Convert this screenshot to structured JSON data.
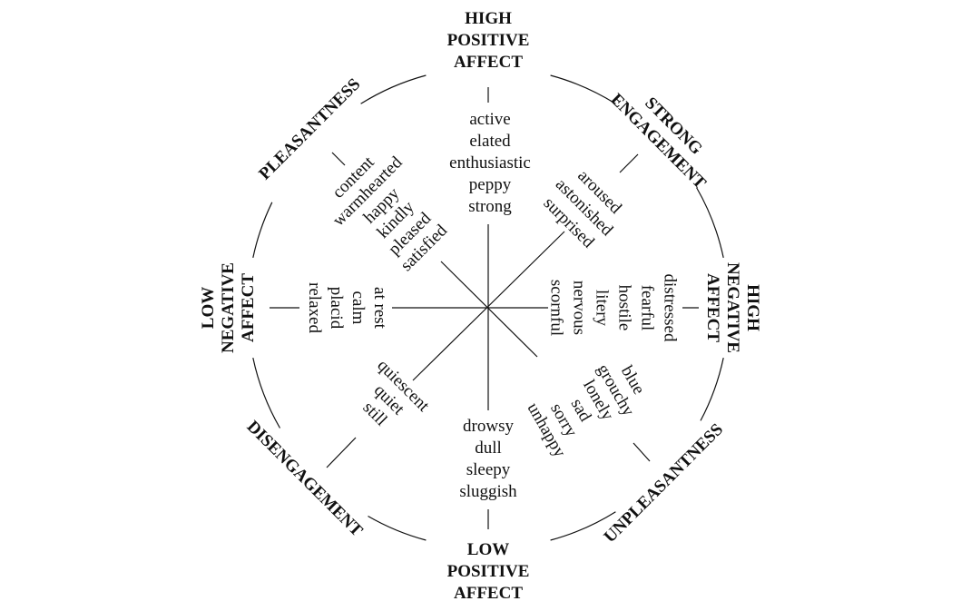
{
  "diagram": {
    "ink_color": "#111111",
    "background": "#ffffff",
    "axis_labels": [
      {
        "id": "high-positive-affect",
        "lines": [
          "HIGH",
          "POSITIVE",
          "AFFECT"
        ]
      },
      {
        "id": "strong-engagement",
        "lines": [
          "STRONG",
          "ENGAGEMENT"
        ]
      },
      {
        "id": "high-negative-affect",
        "lines": [
          "HIGH",
          "NEGATIVE",
          "AFFECT"
        ]
      },
      {
        "id": "unpleasantness",
        "lines": [
          "UNPLEASANTNESS"
        ]
      },
      {
        "id": "low-positive-affect",
        "lines": [
          "LOW",
          "POSITIVE",
          "AFFECT"
        ]
      },
      {
        "id": "disengagement",
        "lines": [
          "DISENGAGEMENT"
        ]
      },
      {
        "id": "low-negative-affect",
        "lines": [
          "LOW",
          "NEGATIVE",
          "AFFECT"
        ]
      },
      {
        "id": "pleasantness",
        "lines": [
          "PLEASANTNESS"
        ]
      }
    ],
    "word_groups": [
      {
        "id": "top",
        "words": [
          "active",
          "elated",
          "enthusiastic",
          "peppy",
          "strong"
        ]
      },
      {
        "id": "top-right",
        "words": [
          "aroused",
          "astonished",
          "surprised"
        ]
      },
      {
        "id": "right",
        "words": [
          "distressed",
          "fearful",
          "hostile",
          "litery",
          "nervous",
          "scornful"
        ]
      },
      {
        "id": "bottom-right",
        "words": [
          "blue",
          "grouchy",
          "lonely",
          "sad",
          "sorry",
          "unhappy"
        ]
      },
      {
        "id": "bottom",
        "words": [
          "drowsy",
          "dull",
          "sleepy",
          "sluggish"
        ]
      },
      {
        "id": "bottom-left",
        "words": [
          "quiescent",
          "quiet",
          "still"
        ]
      },
      {
        "id": "left",
        "words": [
          "at rest",
          "calm",
          "placid",
          "relaxed"
        ]
      },
      {
        "id": "top-left",
        "words": [
          "content",
          "warmhearted",
          "happy",
          "kindly",
          "pleased",
          "satisfied"
        ]
      }
    ]
  }
}
